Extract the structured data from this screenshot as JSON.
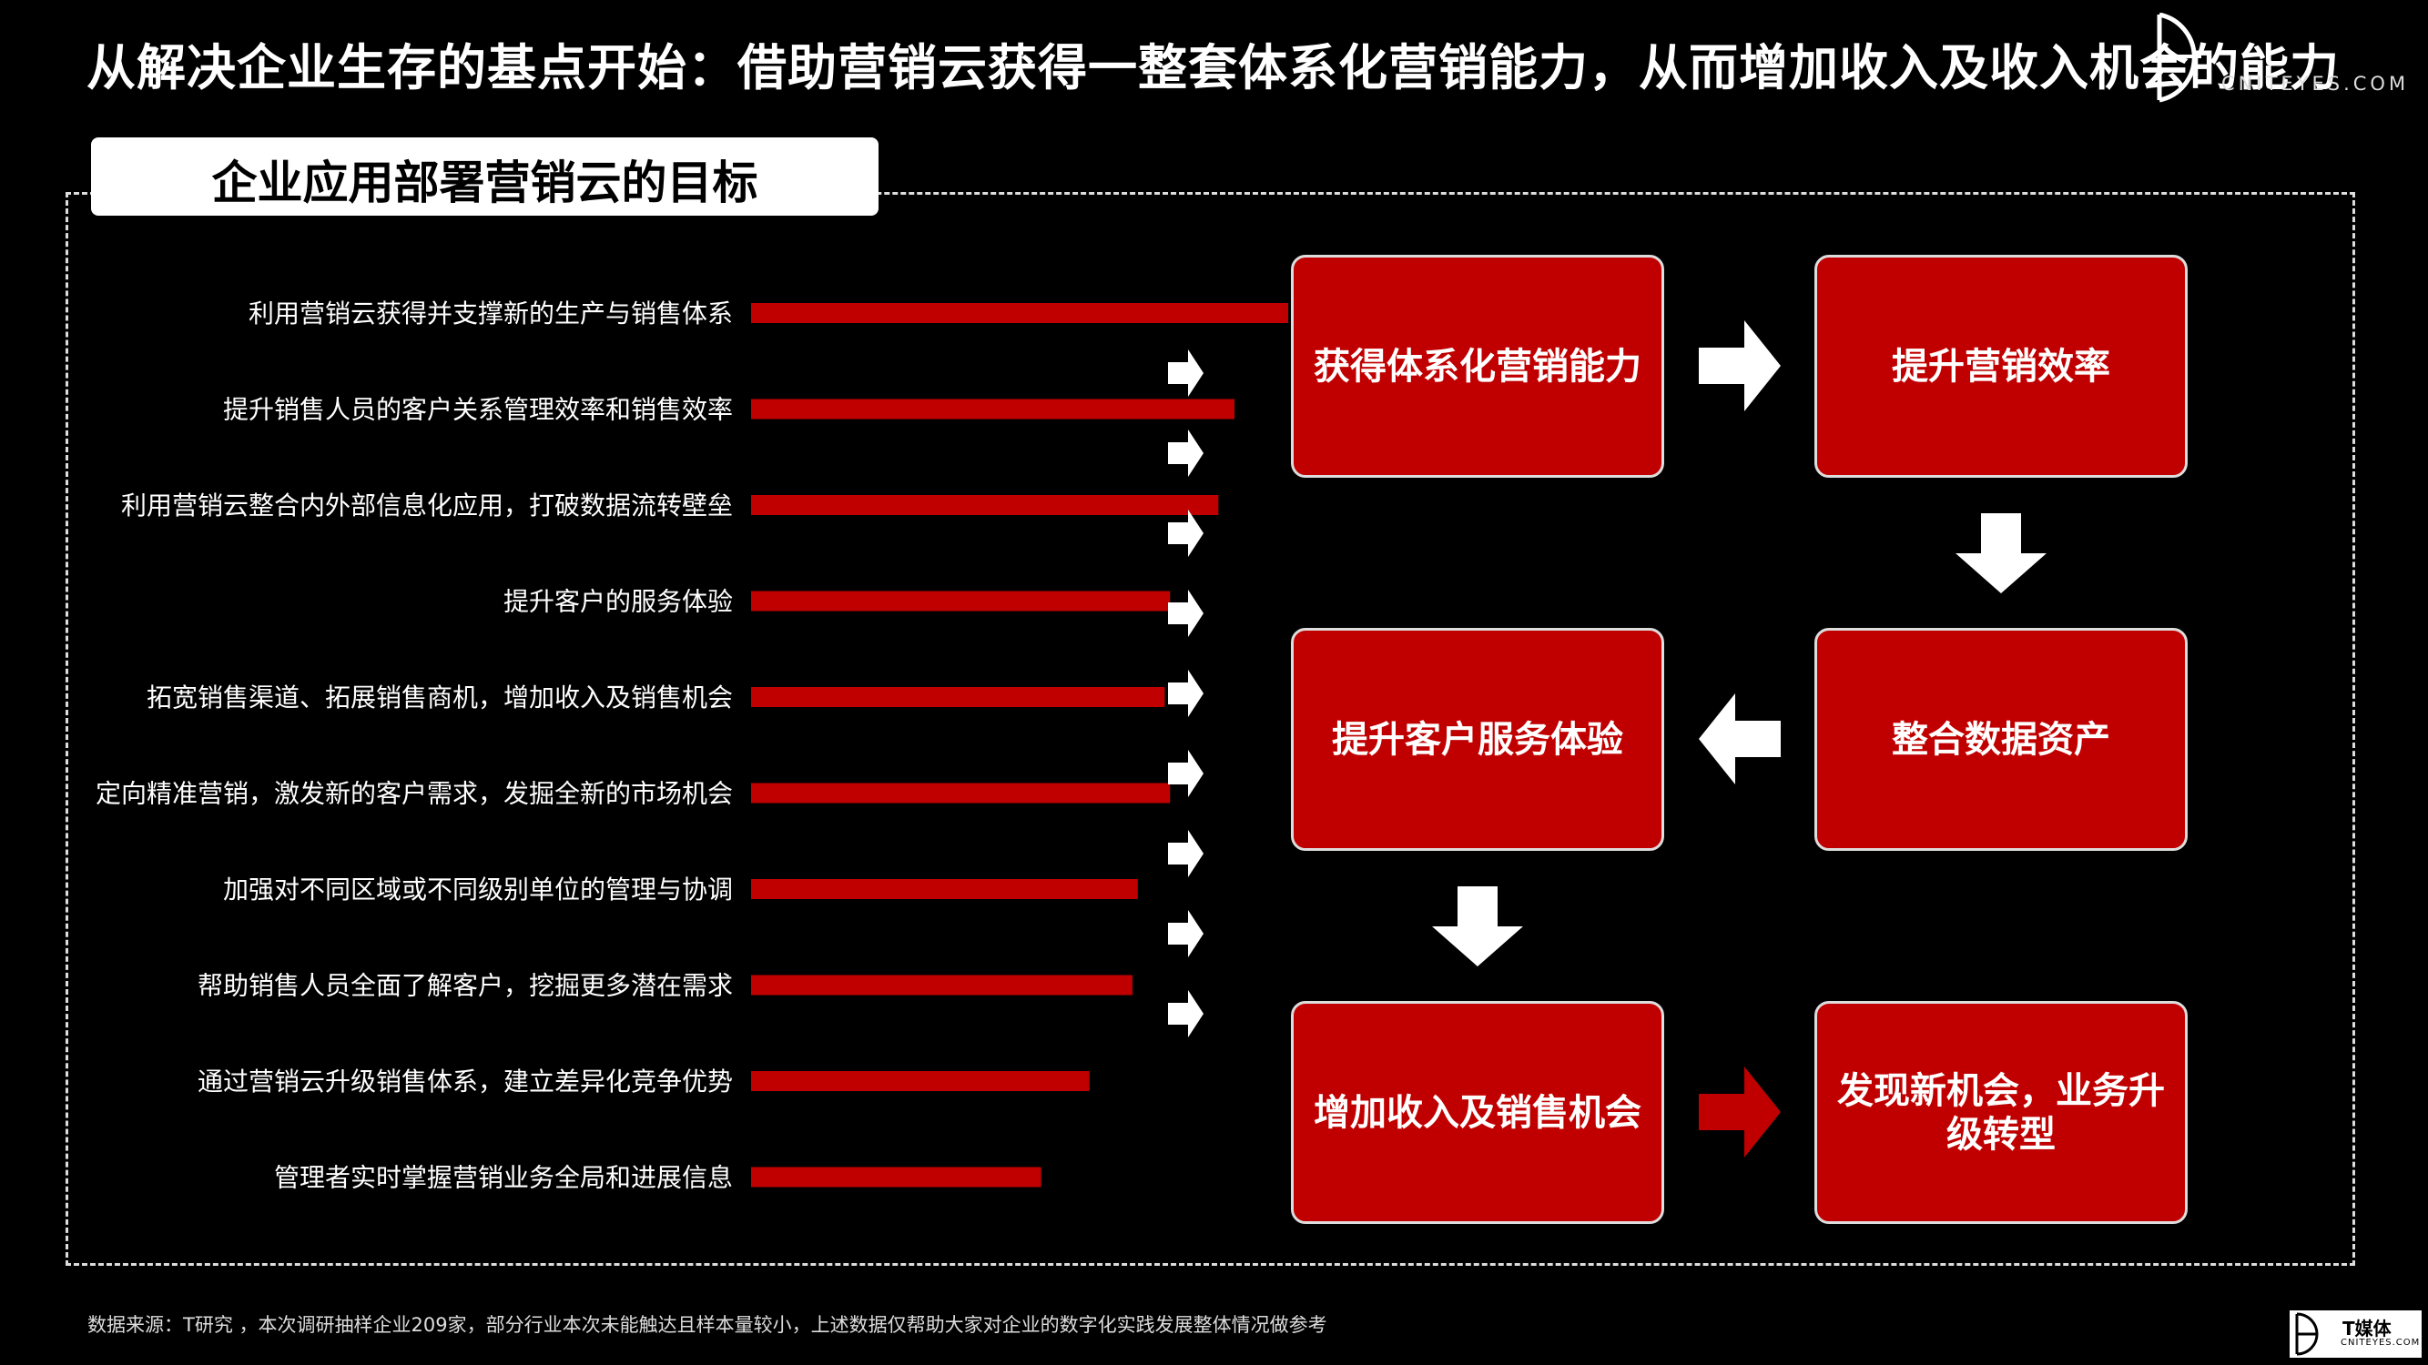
{
  "header": {
    "title": "从解决企业生存的基点开始：借助营销云获得一整套体系化营销能力，从而增加收入及收入机会的能力",
    "logo_text": "CNITEYES.COM"
  },
  "subtitle": "企业应用部署营销云的目标",
  "chart_data": {
    "type": "bar",
    "orientation": "horizontal",
    "categories": [
      "利用营销云获得并支撑新的生产与销售体系",
      "提升销售人员的客户关系管理效率和销售效率",
      "利用营销云整合内外部信息化应用，打破数据流转壁垒",
      "提升客户的服务体验",
      "拓宽销售渠道、拓展销售商机，增加收入及销售机会",
      "定向精准营销，激发新的客户需求，发掘全新的市场机会",
      "加强对不同区域或不同级别单位的管理与协调",
      "帮助销售人员全面了解客户，挖掘更多潜在需求",
      "通过营销云升级销售体系，建立差异化竞争优势",
      "管理者实时掌握营销业务全局和进展信息"
    ],
    "values": [
      100,
      90,
      87,
      78,
      77,
      78,
      72,
      71,
      63,
      54
    ],
    "bar_color": "#c00000"
  },
  "flow": {
    "boxes": [
      "获得体系化营销能力",
      "提升营销效率",
      "整合数据资产",
      "提升客户服务体验",
      "增加收入及销售机会",
      "发现新机会，业务升级转型"
    ],
    "box_color": "#c00000",
    "arrow_color": "#ffffff",
    "final_arrow_color": "#c00000"
  },
  "footer": {
    "source": "数据来源：T研究 ，本次调研抽样企业209家，部分行业本次未能触达且样本量较小，上述数据仅帮助大家对企业的数字化实践发展整体情况做参考",
    "logo_cn": "T媒体",
    "logo_en": "CNITEYES.COM"
  }
}
